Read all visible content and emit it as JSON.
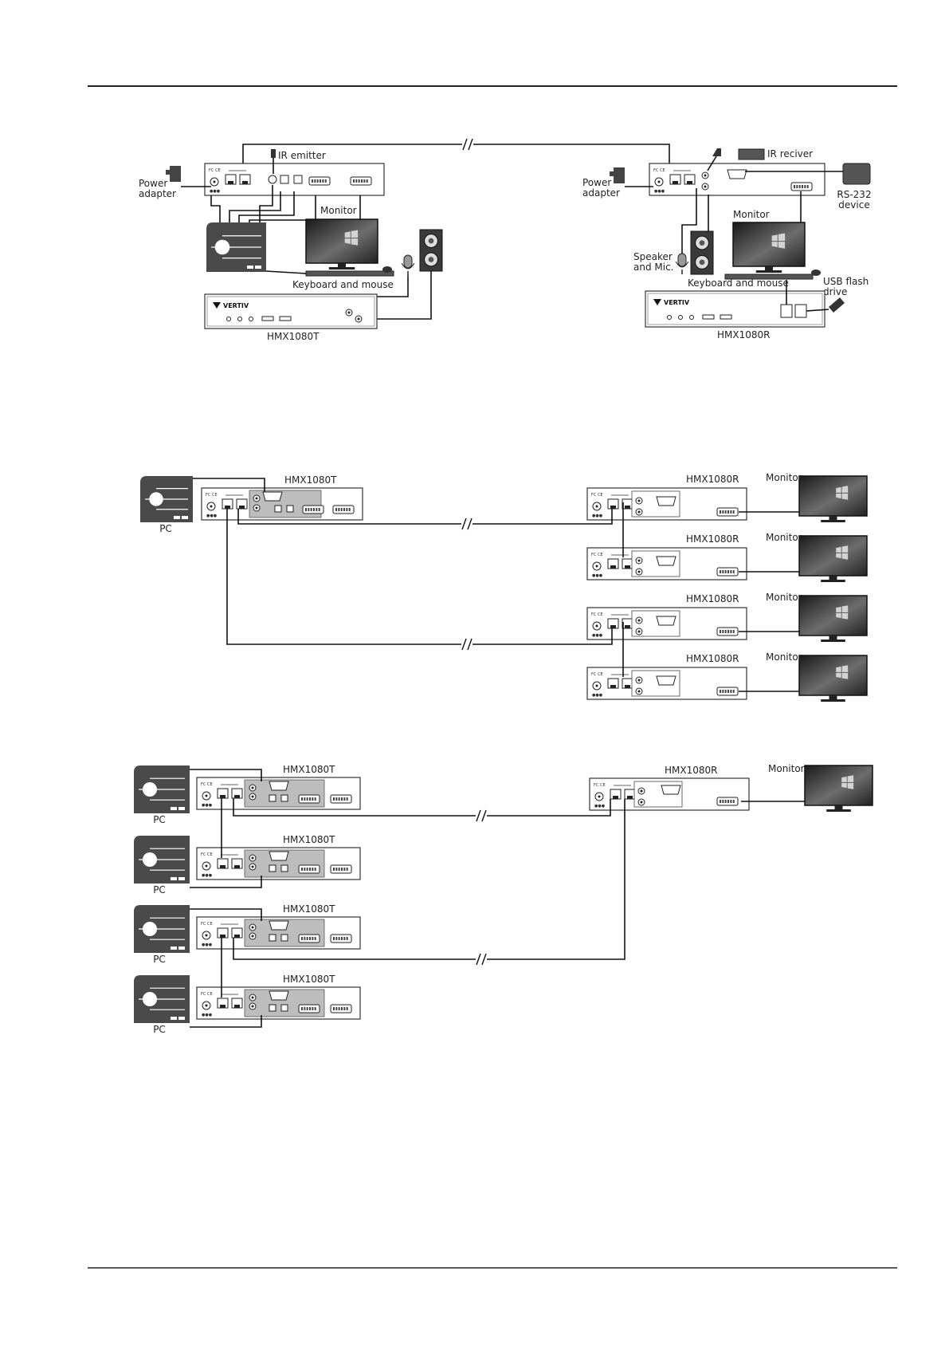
{
  "document": {
    "rule_top": true,
    "rule_bottom": true
  },
  "diagram1": {
    "transmitter": {
      "model": "HMX1080T",
      "logo": "VERTIV",
      "labels": {
        "power": "Power adapter",
        "ir": "IR emitter",
        "monitor": "Monitor",
        "kbm": "Keyboard and mouse"
      }
    },
    "receiver": {
      "model": "HMX1080R",
      "logo": "VERTIV",
      "labels": {
        "power": "Power adapter",
        "ir": "IR reciver",
        "rs232": "RS-232 device",
        "monitor": "Monitor",
        "speaker": "Speaker and Mic.",
        "kbm": "Keyboard and mouse",
        "usb": "USB flash drive"
      }
    }
  },
  "diagram2": {
    "pc_label": "PC",
    "transmitter_model": "HMX1080T",
    "receiver_model": "HMX1080R",
    "monitor_label": "Monitor",
    "receivers": 4
  },
  "diagram3": {
    "pc_label": "PC",
    "transmitter_model": "HMX1080T",
    "receiver_model": "HMX1080R",
    "monitor_label": "Monitor",
    "transmitters": 4
  },
  "icons": [
    "pc-icon",
    "monitor-icon",
    "speaker-icon",
    "microphone-icon",
    "mouse-icon",
    "usb-drive-icon",
    "ir-emitter-icon",
    "ir-receiver-icon",
    "power-adapter-icon",
    "rs232-device-icon"
  ]
}
